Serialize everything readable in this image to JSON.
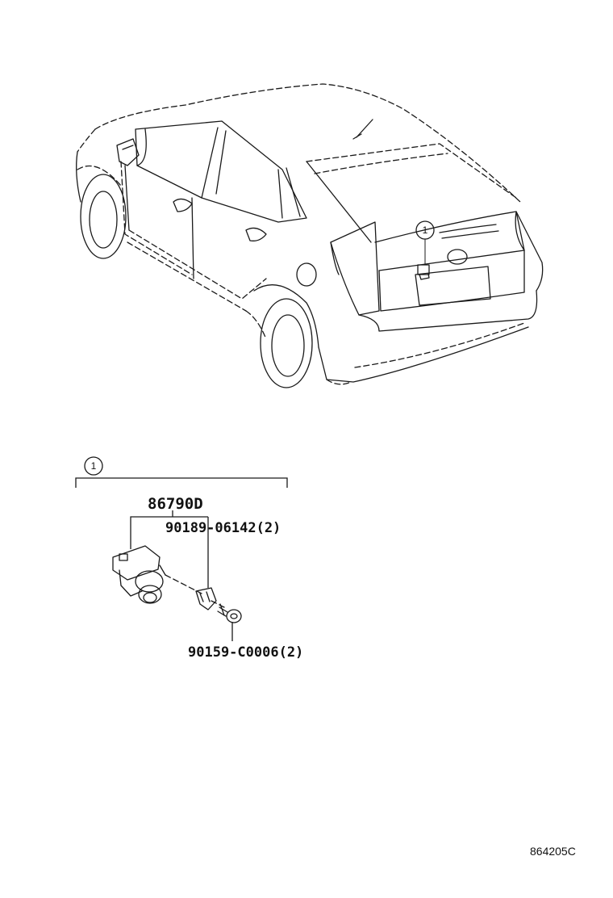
{
  "callouts": {
    "car_callout": "1",
    "detail_callout": "1"
  },
  "parts": {
    "camera_assembly": "86790D",
    "clip": "90189-06142(2)",
    "screw": "90159-C0006(2)"
  },
  "figure_code": "864205C"
}
